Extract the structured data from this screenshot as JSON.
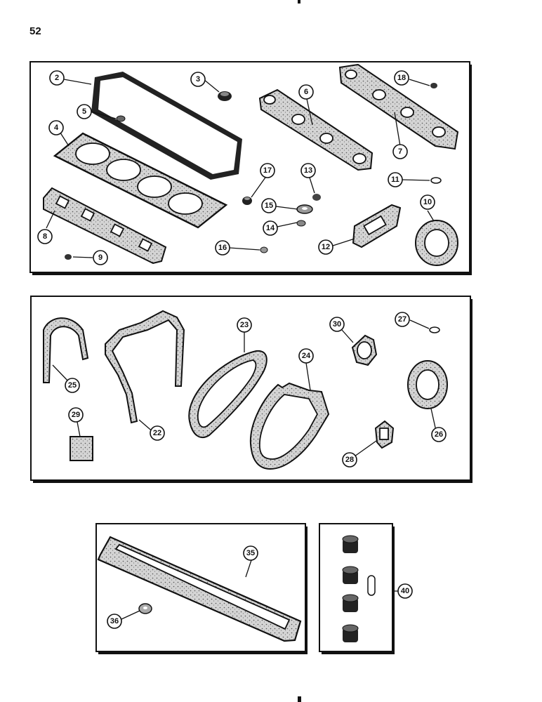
{
  "page": {
    "number": "52"
  },
  "callouts": [
    {
      "id": "2"
    },
    {
      "id": "3"
    },
    {
      "id": "4"
    },
    {
      "id": "5"
    },
    {
      "id": "6"
    },
    {
      "id": "7"
    },
    {
      "id": "8"
    },
    {
      "id": "9"
    },
    {
      "id": "10"
    },
    {
      "id": "11"
    },
    {
      "id": "12"
    },
    {
      "id": "13"
    },
    {
      "id": "14"
    },
    {
      "id": "15"
    },
    {
      "id": "16"
    },
    {
      "id": "17"
    },
    {
      "id": "18"
    },
    {
      "id": "22"
    },
    {
      "id": "23"
    },
    {
      "id": "24"
    },
    {
      "id": "25"
    },
    {
      "id": "26"
    },
    {
      "id": "27"
    },
    {
      "id": "28"
    },
    {
      "id": "29"
    },
    {
      "id": "30"
    },
    {
      "id": "35"
    },
    {
      "id": "36"
    },
    {
      "id": "40"
    }
  ],
  "colors": {
    "ink": "#111111",
    "gasket_fill": "#d8d8d8",
    "paper": "#ffffff"
  }
}
